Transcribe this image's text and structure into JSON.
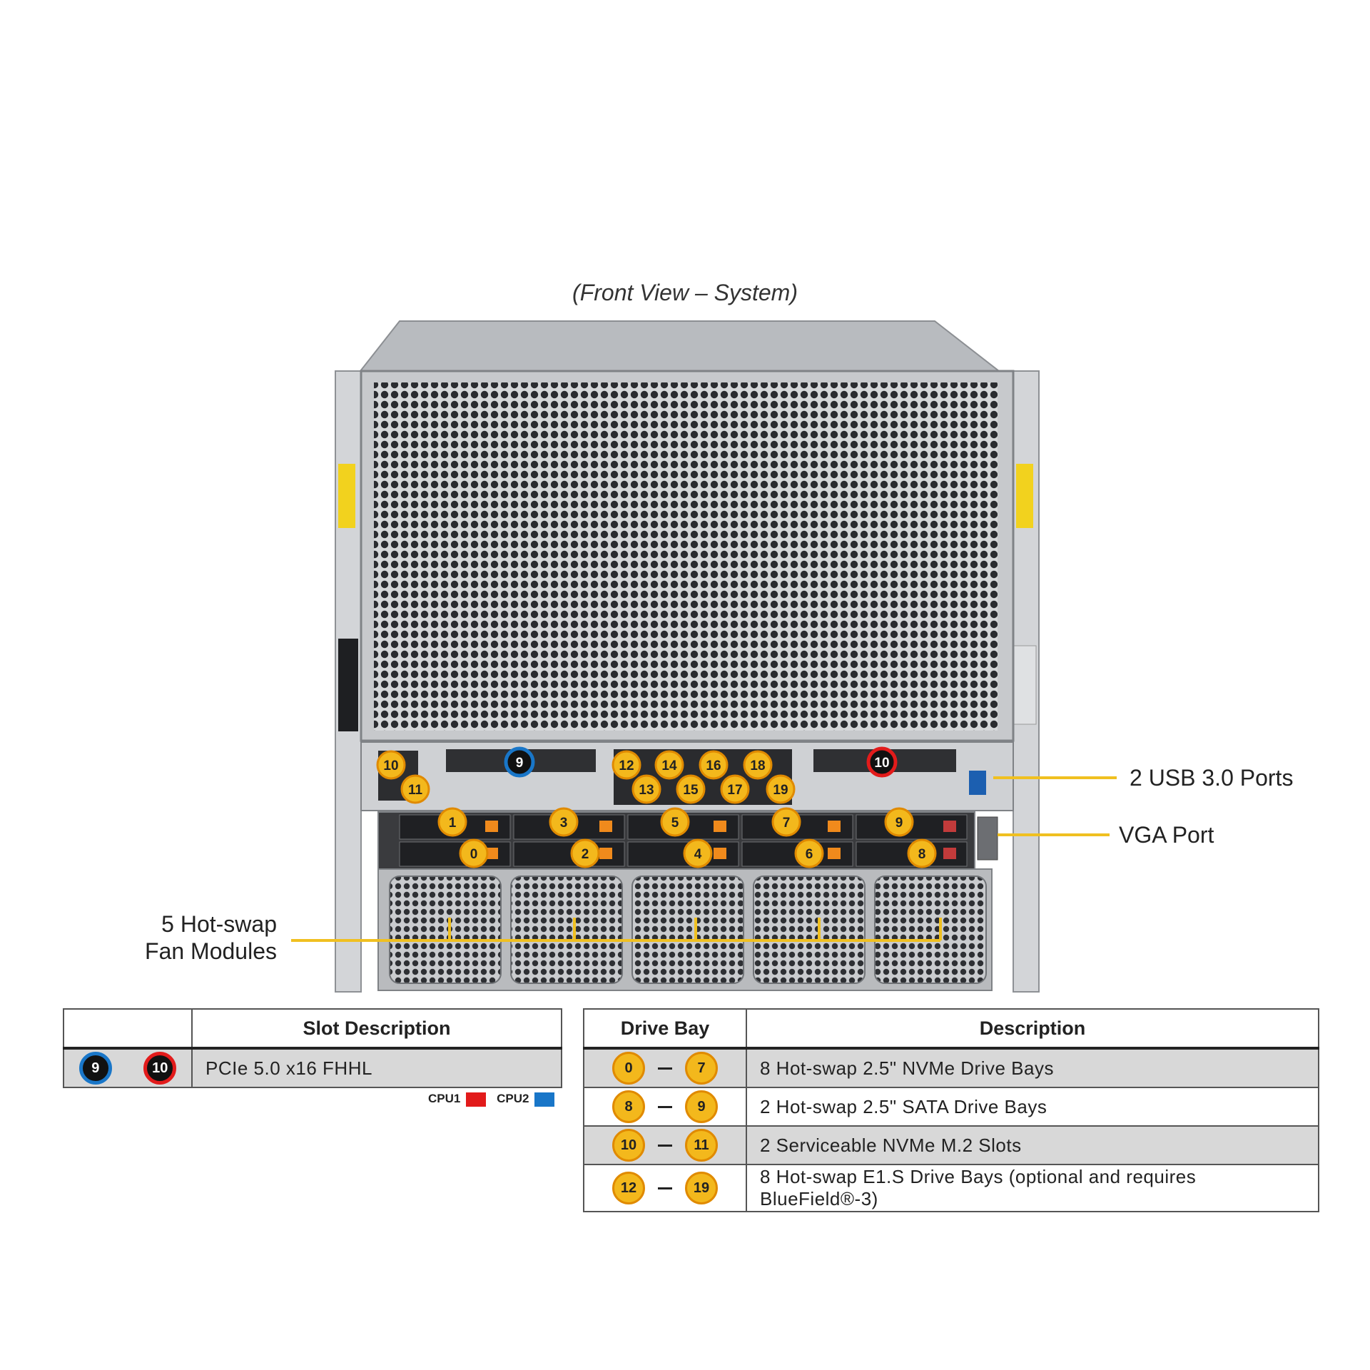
{
  "caption": "(Front View – System)",
  "callouts": {
    "usb": "2 USB 3.0 Ports",
    "vga": "VGA Port",
    "fan_line1": "5 Hot-swap",
    "fan_line2": "Fan Modules"
  },
  "chassis_badges": {
    "m2": [
      "10",
      "11"
    ],
    "pcie_cpu2": "9",
    "pcie_cpu1": "10",
    "e1s_top": [
      "12",
      "14",
      "16",
      "18"
    ],
    "e1s_bottom": [
      "13",
      "15",
      "17",
      "19"
    ],
    "drive_top": [
      "1",
      "3",
      "5",
      "7",
      "9"
    ],
    "drive_bottom": [
      "0",
      "2",
      "4",
      "6",
      "8"
    ]
  },
  "slot_table": {
    "header_blank": "",
    "header": "Slot Description",
    "badges": [
      "9",
      "10"
    ],
    "description": "PCIe 5.0 x16 FHHL"
  },
  "legend": {
    "cpu1_label": "CPU1",
    "cpu2_label": "CPU2",
    "cpu1_color": "#e21b1b",
    "cpu2_color": "#1976c8"
  },
  "bay_table": {
    "header_bay": "Drive Bay",
    "header_desc": "Description",
    "rows": [
      {
        "from": "0",
        "to": "7",
        "description": "8 Hot-swap 2.5\" NVMe Drive Bays"
      },
      {
        "from": "8",
        "to": "9",
        "description": "2 Hot-swap 2.5\" SATA Drive Bays"
      },
      {
        "from": "10",
        "to": "11",
        "description": "2 Serviceable NVMe M.2 Slots"
      },
      {
        "from": "12",
        "to": "19",
        "description": "8 Hot-swap E1.S Drive Bays (optional and requires BlueField®-3)"
      }
    ]
  },
  "colors": {
    "badge_fill": "#f3b81c",
    "badge_ring": "#e08a00",
    "callout_line": "#f0c020"
  }
}
